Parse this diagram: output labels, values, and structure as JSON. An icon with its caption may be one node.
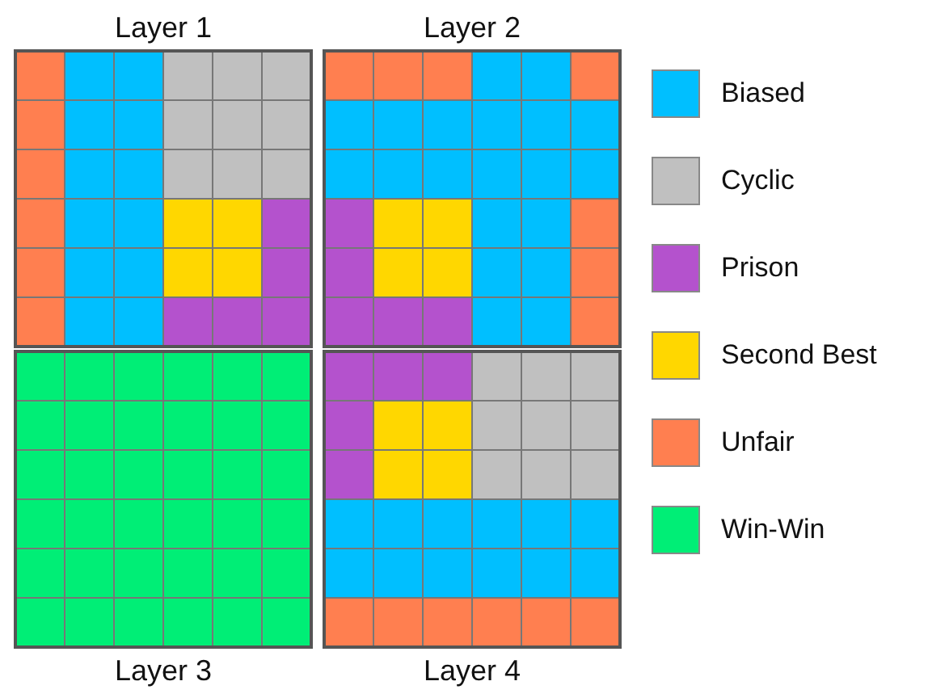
{
  "diagram": {
    "nodes": [
      {
        "text": [
          "Layer 1"
        ]
      },
      {
        "text": [
          "Layer 2"
        ]
      },
      {
        "text": [
          "Layer 3"
        ]
      },
      {
        "text": [
          "Layer 4"
        ]
      }
    ],
    "legend": [
      {
        "text": "Biased",
        "color": "#00bfff"
      },
      {
        "text": "Cyclic",
        "color": "#c0c0c0"
      },
      {
        "text": "Prison",
        "color": "#b452cd"
      },
      {
        "text": "Second Best",
        "color": "#ffd700"
      },
      {
        "text": "Unfair",
        "color": "#ff7f50"
      },
      {
        "text": "Win-Win",
        "color": "#00ee76"
      }
    ]
  }
}
